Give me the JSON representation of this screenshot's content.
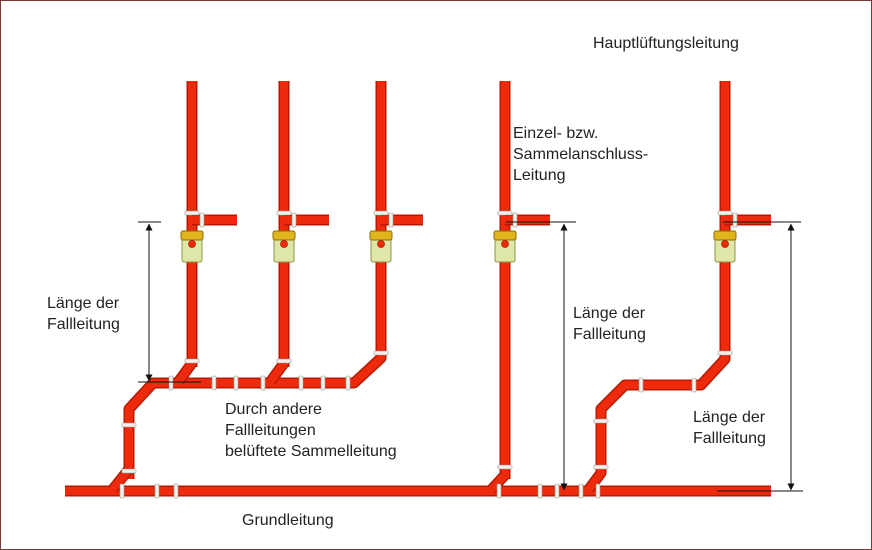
{
  "labels": {
    "main_vent": "Hauptlüftungsleitung",
    "branch_line": [
      "Einzel- bzw.",
      "Sammelanschluss-",
      "Leitung"
    ],
    "stack_length_left": [
      "Länge der",
      "Fallleitung"
    ],
    "stack_length_mid": [
      "Länge der",
      "Fallleitung"
    ],
    "stack_length_right": [
      "Länge der",
      "Fallleitung"
    ],
    "collector_line": [
      "Durch andere",
      "Fallleitungen",
      "belüftete Sammelleitung"
    ],
    "drain_line": "Grundleitung"
  },
  "colors": {
    "pipe": "#ee2a0c",
    "pipe_edge": "#b81800",
    "joint": "#f4f0ea",
    "trap_body": "#dfe7a8",
    "trap_edge": "#8c9442",
    "trap_cap": "#e0b41c",
    "dimension": "#111111",
    "text": "#222222",
    "frame": "#7a3a3a"
  }
}
